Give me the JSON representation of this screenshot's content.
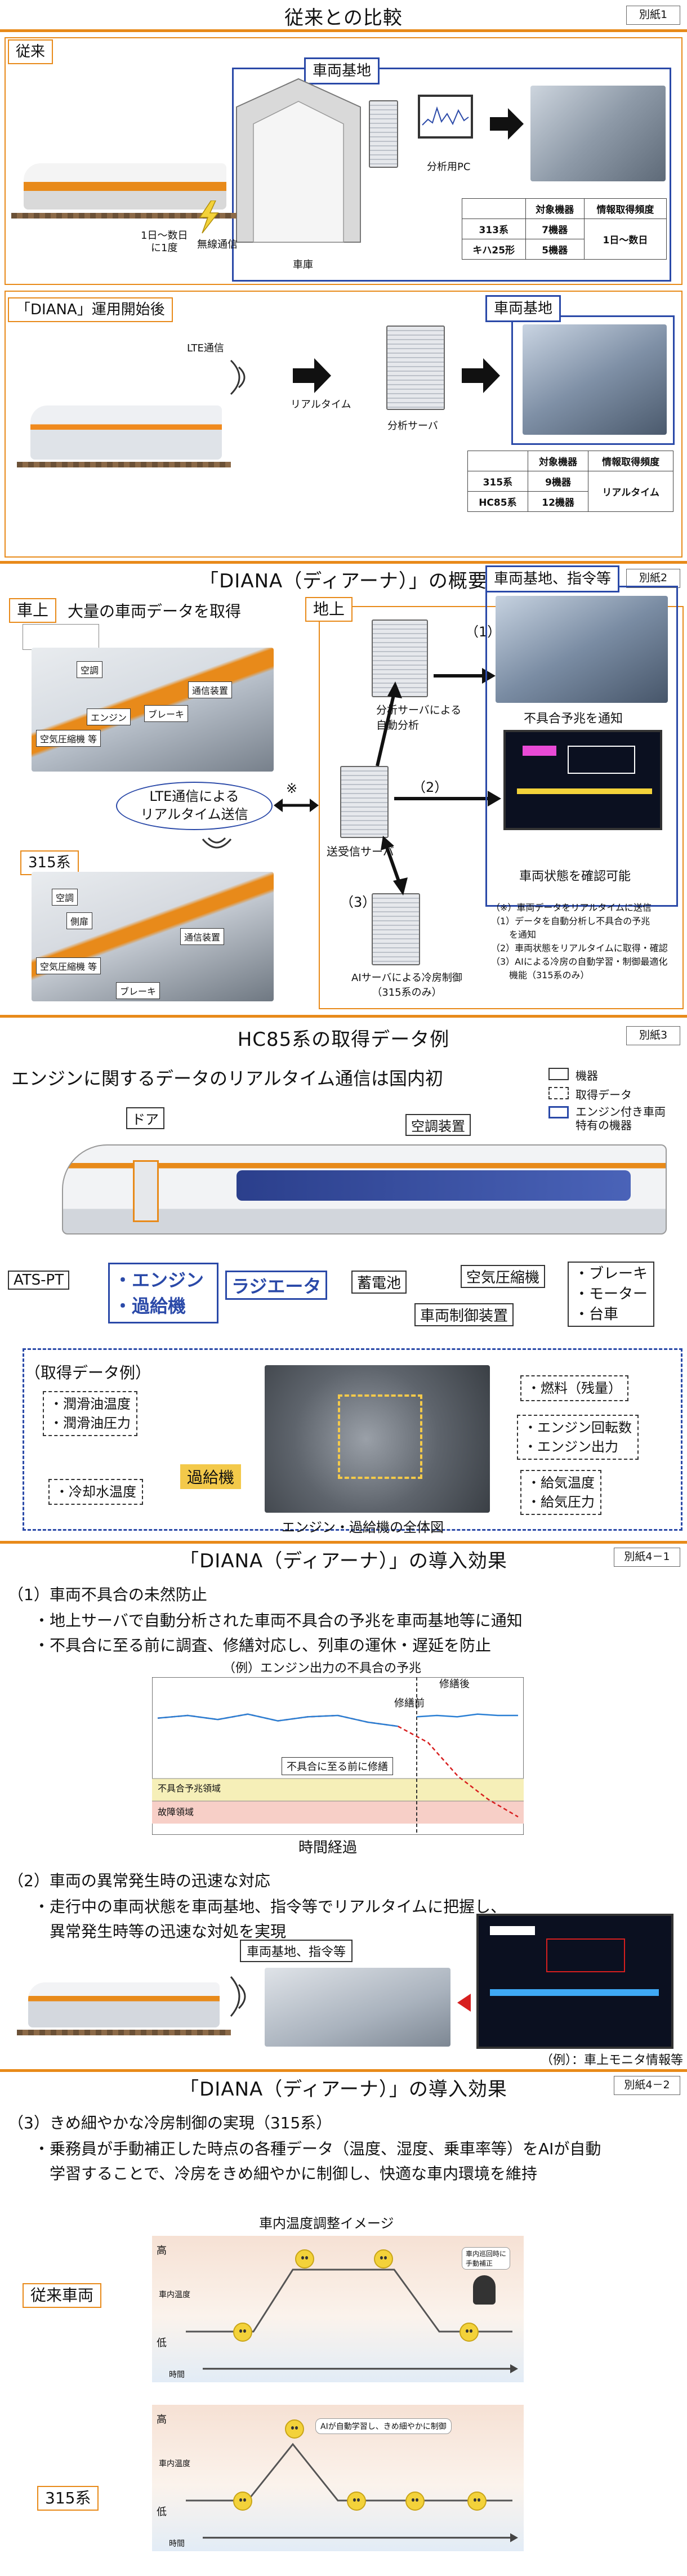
{
  "section1": {
    "title": "従来との比較",
    "tag": "別紙1",
    "legacy_label": "従来",
    "base_label": "車両基地",
    "pc_label": "分析用PC",
    "frequency_label": "1日～数日\nに1度",
    "wireless_label": "無線通信",
    "depot_label": "車庫",
    "table_legacy": {
      "headers": [
        "",
        "対象機器",
        "情報取得頻度"
      ],
      "rows": [
        [
          "313系",
          "7機器"
        ],
        [
          "キハ25形",
          "5機器"
        ]
      ],
      "freq": "1日～数日"
    },
    "diana_label": "「DIANA」運用開始後",
    "lte_label": "LTE通信",
    "realtime_label": "リアルタイム",
    "server_label": "分析サーバ",
    "base_label2": "車両基地",
    "table_diana": {
      "headers": [
        "",
        "対象機器",
        "情報取得頻度"
      ],
      "rows": [
        [
          "315系",
          "9機器"
        ],
        [
          "HC85系",
          "12機器"
        ]
      ],
      "freq": "リアルタイム"
    }
  },
  "section2": {
    "title": "「DIANA（ディアーナ）」の概要",
    "tag": "別紙2",
    "onboard_label": "車上",
    "onboard_desc": "大量の車両データを取得",
    "ground_label": "地上",
    "hc85_callouts": [
      "空調",
      "通信装置",
      "エンジン",
      "ブレーキ",
      "空気圧縮機 等"
    ],
    "lte_bubble": "LTE通信による\nリアルタイム送信",
    "note_mark": "※",
    "series315_label": "315系",
    "s315_callouts": [
      "空調",
      "側扉",
      "通信装置",
      "空気圧縮機 等",
      "ブレーキ"
    ],
    "base_cmd_label": "車両基地、指令等",
    "num1": "（1）",
    "num2": "（2）",
    "num3": "（3）",
    "auto_analysis": "分析サーバによる\n自動分析",
    "transmit_server": "送受信サーバ",
    "ai_server": "AIサーバによる冷房制御\n（315系のみ）",
    "notify_label": "不具合予兆を通知",
    "confirm_label": "車両状態を確認可能",
    "notes": "（※）車両データをリアルタイムに送信\n（1）データを自動分析し不具合の予兆\n　　を通知\n（2）車両状態をリアルタイムに取得・確認\n（3）AIによる冷房の自動学習・制御最適化\n　　機能（315系のみ）"
  },
  "section3": {
    "title": "HC85系の取得データ例",
    "tag": "別紙3",
    "headline": "エンジンに関するデータのリアルタイム通信は国内初",
    "legend": [
      "機器",
      "取得データ",
      "エンジン付き車両\n特有の機器"
    ],
    "door": "ドア",
    "aircon": "空調装置",
    "ats": "ATS-PT",
    "engine": "・エンジン",
    "supercharger": "・過給機",
    "radiator": "ラジエータ",
    "battery": "蓄電池",
    "air_comp": "空気圧縮機",
    "control": "車両制御装置",
    "brake_list": "・ブレーキ\n・モーター\n・台車",
    "data_example": "（取得データ例）",
    "lub": "・潤滑油温度\n・潤滑油圧力",
    "coolant": "・冷却水温度",
    "supercharger_tag": "過給機",
    "fuel": "・燃料（残量）",
    "rpm": "・エンジン回転数\n・エンジン出力",
    "intake": "・給気温度\n・給気圧力",
    "caption": "エンジン・過給機の全体図"
  },
  "section4": {
    "title": "「DIANA（ディアーナ）」の導入効果",
    "tag": "別紙4－1",
    "h1": "（1）車両不具合の未然防止",
    "b1": "・地上サーバで自動分析された車両不具合の予兆を車両基地等に通知",
    "b2": "・不具合に至る前に調査、修繕対応し、列車の運休・遅延を防止",
    "chart_title": "（例）エンジン出力の不具合の予兆",
    "repair_before": "修繕前",
    "repair_after": "修繕後",
    "repair_note": "不具合に至る前に修繕",
    "zone_sign": "不具合予兆領域",
    "zone_fail": "故障領域",
    "time_axis": "時間経過",
    "h2": "（2）車両の異常発生時の迅速な対応",
    "b3": "・走行中の車両状態を車両基地、指令等でリアルタイムに把握し、\n　異常発生時等の迅速な対処を実現",
    "base_cmd": "車両基地、指令等",
    "monitor_caption": "（例）：車上モニタ情報等"
  },
  "section5": {
    "title": "「DIANA（ディアーナ）」の導入効果",
    "tag": "別紙4－2",
    "h3": "（3）きめ細やかな冷房制御の実現（315系）",
    "b4": "・乗務員が手動補正した時点の各種データ（温度、湿度、乗車率等）をAIが自動\n　学習することで、冷房をきめ細やかに制御し、快適な車内環境を維持",
    "image_title": "車内温度調整イメージ",
    "legacy_car": "従来車両",
    "s315": "315系",
    "high": "高",
    "temp": "車内温度",
    "low": "低",
    "time": "時間",
    "crew_note": "車内巡回時に\n手動補正",
    "ai_note": "AIが自動学習し、きめ細やかに制御"
  },
  "chart_data": {
    "type": "line",
    "title": "（例）エンジン出力の不具合の予兆",
    "xlabel": "時間経過",
    "ylabel": "",
    "series": [
      {
        "values": [
          0.78,
          0.8,
          0.77,
          0.81,
          0.76,
          0.79,
          0.8,
          0.75,
          0.72,
          0.6,
          0.35,
          0.18,
          0.05
        ]
      },
      {
        "values": [
          0.79,
          0.8,
          0.79,
          0.81,
          0.8,
          0.8
        ]
      }
    ]
  },
  "colors": {
    "orange": "#e88a1a",
    "blue": "#2a49a8",
    "red": "#d71f1f",
    "yellow": "#f3d23a"
  }
}
